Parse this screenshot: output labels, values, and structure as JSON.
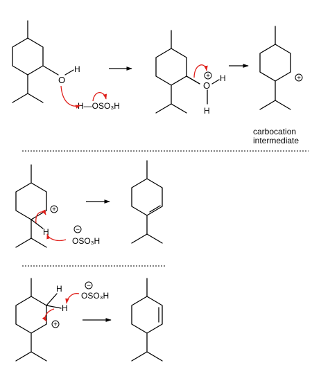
{
  "atoms": {
    "H": "H",
    "O": "O",
    "sulfuric_acid": "H—OSO₃H",
    "bisulfate": "OSO₃H"
  },
  "charges": {
    "plus": "+",
    "minus": "−"
  },
  "labels": {
    "carbocation_line1": "carbocation",
    "carbocation_line2": "intermediate"
  },
  "colors": {
    "curved_arrow": "#e0201b",
    "bond": "#000000",
    "background": "#ffffff"
  }
}
